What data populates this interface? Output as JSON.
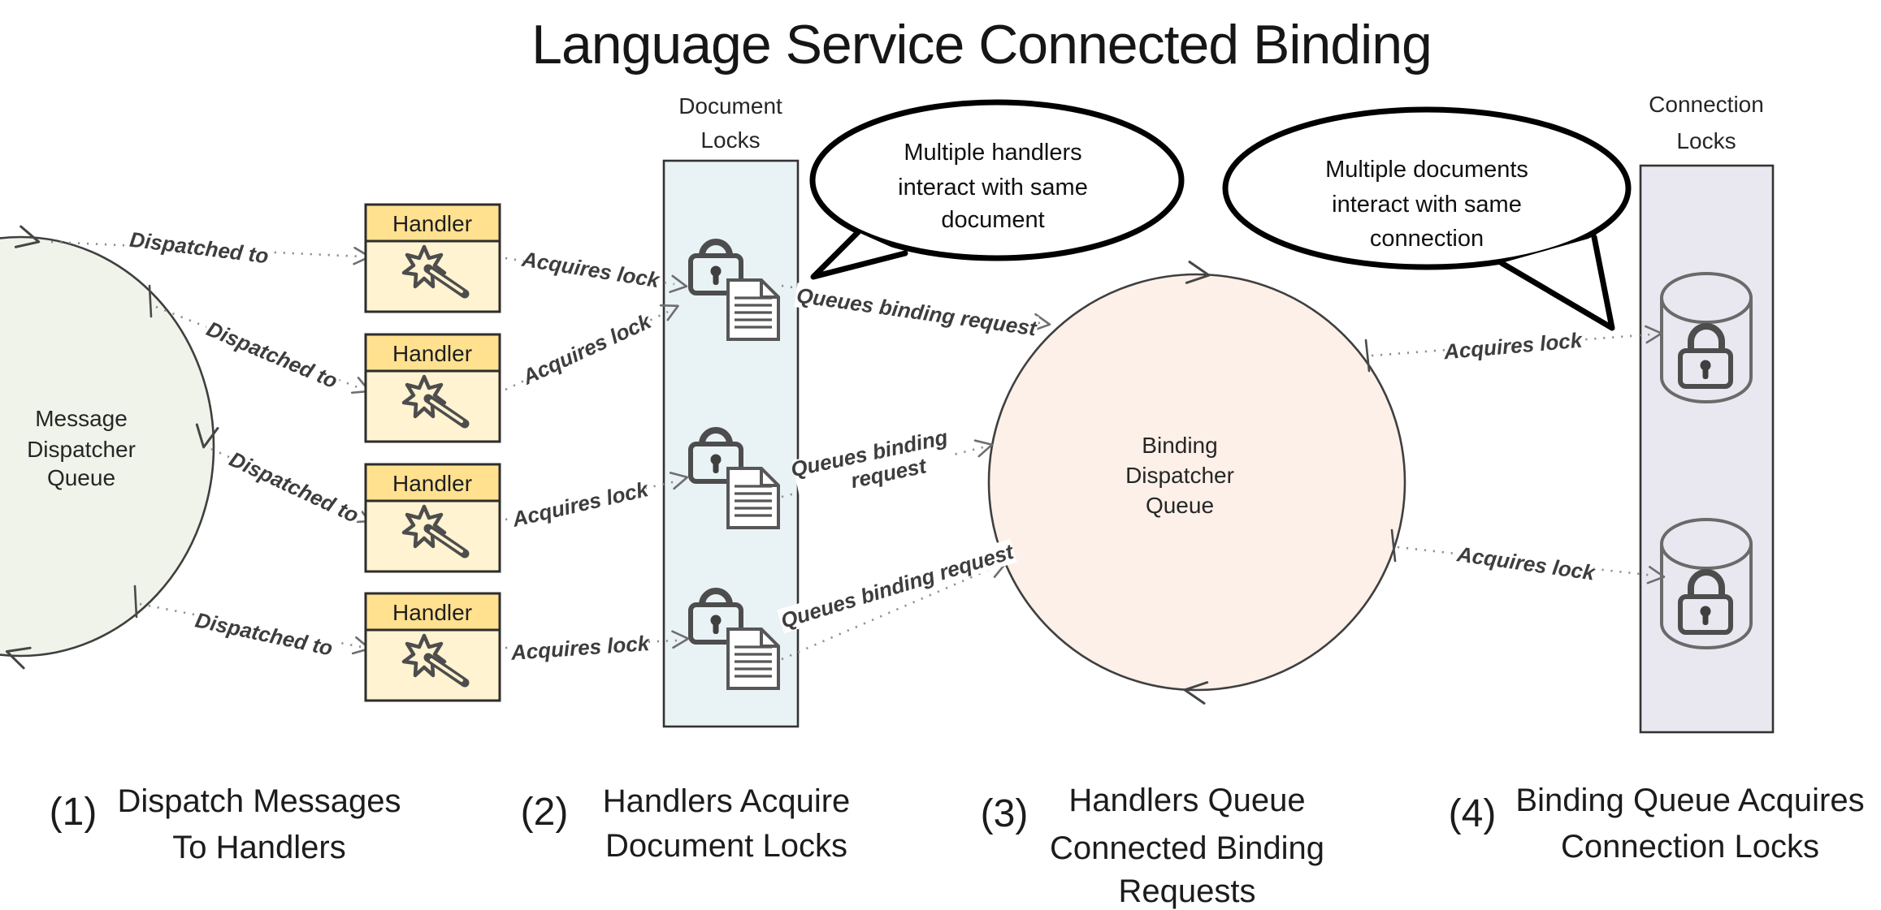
{
  "title": "Language Service Connected Binding",
  "colors": {
    "handler_header": "#FFE18F",
    "handler_body": "#FFF3D1",
    "document_column": "#E9F2F5",
    "connection_column": "#E9E8F0",
    "message_queue_fill": "#F0F3E9",
    "binding_queue_fill": "#FCF0E8",
    "outline": "#2d2d2d",
    "icon_stroke": "#4d4d4d",
    "dotted_line": "#8f8f8f"
  },
  "nodes": {
    "message_queue": {
      "lines": [
        "Message",
        "Dispatcher",
        "Queue"
      ]
    },
    "binding_queue": {
      "lines": [
        "Binding",
        "Dispatcher",
        "Queue"
      ]
    },
    "document_locks": {
      "lines": [
        "Document",
        "Locks"
      ],
      "icon": "lock-document-icon",
      "lock_count": 3
    },
    "connection_locks": {
      "lines": [
        "Connection",
        "Locks"
      ],
      "icon": "database-lock-icon",
      "lock_count": 2
    },
    "handlers": {
      "label": "Handler",
      "count": 4,
      "icon": "magic-wand-icon"
    }
  },
  "edges": {
    "dispatched_to": "Dispatched to",
    "acquires_lock": "Acquires lock",
    "queues_binding_request": "Queues binding request",
    "queues_binding_request_wrapped": [
      "Queues binding",
      "request"
    ]
  },
  "bubbles": [
    {
      "lines": [
        "Multiple handlers",
        "interact with same",
        "document"
      ]
    },
    {
      "lines": [
        "Multiple documents",
        "interact with same",
        "connection"
      ]
    }
  ],
  "captions": [
    {
      "number": "(1)",
      "lines": [
        "Dispatch Messages",
        "To Handlers"
      ]
    },
    {
      "number": "(2)",
      "lines": [
        "Handlers Acquire",
        "Document Locks"
      ]
    },
    {
      "number": "(3)",
      "lines": [
        "Handlers Queue",
        "Connected Binding",
        "Requests"
      ]
    },
    {
      "number": "(4)",
      "lines": [
        "Binding Queue Acquires",
        "Connection Locks"
      ]
    }
  ]
}
